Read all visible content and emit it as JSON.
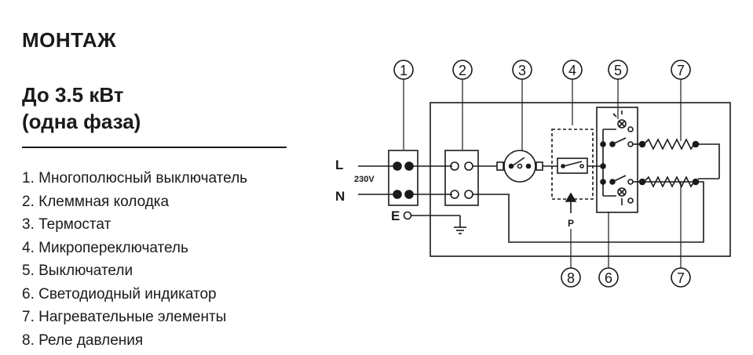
{
  "heading": "МОНТАЖ",
  "subtitle": {
    "line1": "До 3.5 кВт",
    "line2": "(одна фаза)"
  },
  "legend": [
    {
      "label": "1. Многополюсный выключатель"
    },
    {
      "label": "2. Клеммная колодка"
    },
    {
      "label": "3. Термостат"
    },
    {
      "label": "4. Микропереключатель"
    },
    {
      "label": "5. Выключатели"
    },
    {
      "label": "6. Светодиодный индикатор"
    },
    {
      "label": "7. Нагревательные элементы"
    },
    {
      "label": "8. Реле давления"
    }
  ],
  "diagram": {
    "top_markers": [
      "1",
      "2",
      "3",
      "4",
      "5",
      "7"
    ],
    "bottom_markers": [
      "8",
      "6",
      "7"
    ],
    "line_label": "L",
    "neutral_label": "N",
    "earth_label": "E",
    "voltage_label": "230V",
    "pressure_label": "P"
  }
}
